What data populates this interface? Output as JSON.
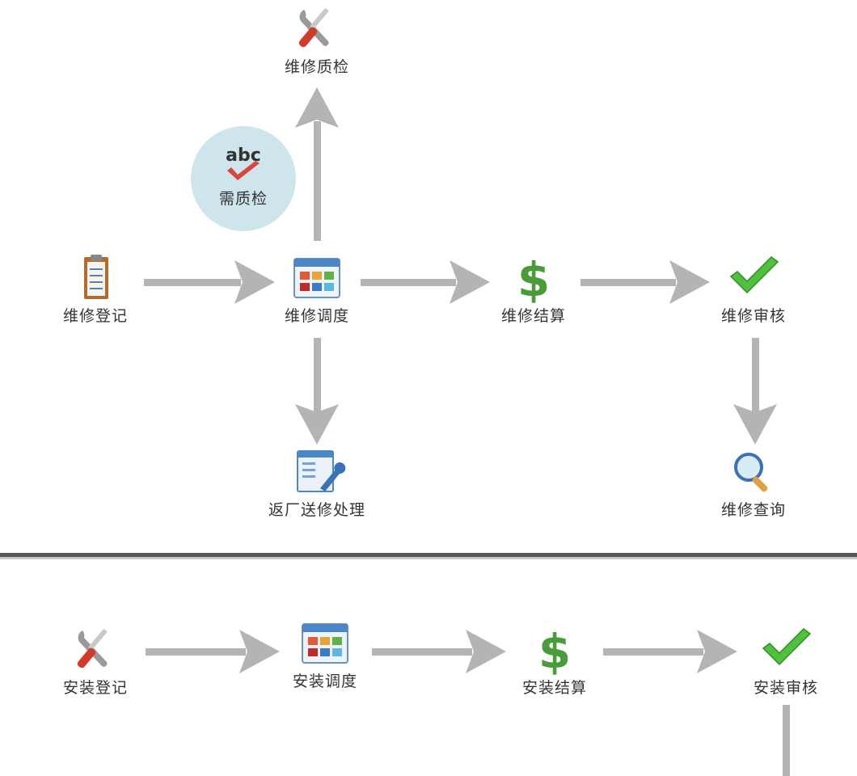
{
  "repair": {
    "quality_check": "维修质检",
    "needs_qc_abc": "abc",
    "needs_qc": "需质检",
    "register": "维修登记",
    "dispatch": "维修调度",
    "settlement": "维修结算",
    "audit": "维修审核",
    "return_to_factory": "返厂送修处理",
    "query": "维修查询"
  },
  "install": {
    "register": "安装登记",
    "dispatch": "安装调度",
    "settlement": "安装结算",
    "audit": "安装审核"
  },
  "colors": {
    "arrow": "#b4b4b4",
    "badge_bg": "#cfe5ec",
    "divider": "#555555",
    "check_green": "#4fc13d",
    "dollar_green": "#4a9c3a",
    "tool_red": "#d23a2a"
  },
  "icons": {
    "quality_check": "wrench-screwdriver-icon",
    "needs_qc": "spellcheck-icon",
    "register": "clipboard-icon",
    "dispatch": "schedule-grid-icon",
    "settlement": "dollar-icon",
    "audit": "checkmark-icon",
    "return_to_factory": "document-wrench-icon",
    "query": "magnifier-icon",
    "install_register": "wrench-screwdriver-icon"
  }
}
